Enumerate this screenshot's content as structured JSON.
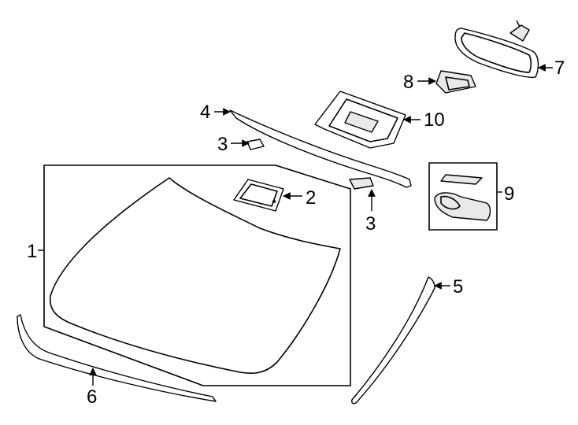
{
  "diagram": {
    "callouts": [
      {
        "id": "c1",
        "text": "1"
      },
      {
        "id": "c2",
        "text": "2"
      },
      {
        "id": "c3a",
        "text": "3"
      },
      {
        "id": "c3b",
        "text": "3"
      },
      {
        "id": "c4",
        "text": "4"
      },
      {
        "id": "c5",
        "text": "5"
      },
      {
        "id": "c6",
        "text": "6"
      },
      {
        "id": "c7",
        "text": "7"
      },
      {
        "id": "c8",
        "text": "8"
      },
      {
        "id": "c9",
        "text": "9"
      },
      {
        "id": "c10",
        "text": "10"
      }
    ]
  }
}
